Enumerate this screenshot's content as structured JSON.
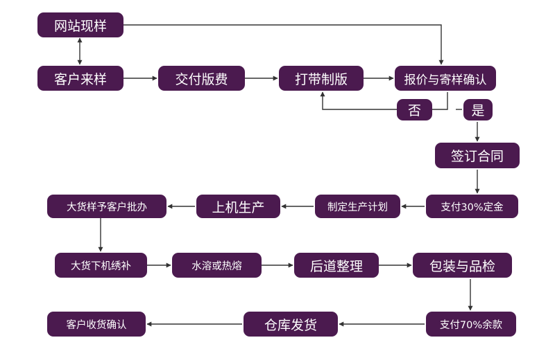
{
  "nodes": {
    "website_sample": "网站现样",
    "customer_sample": "客户来样",
    "pay_plate_fee": "交付版费",
    "make_strip_plate": "打带制版",
    "quote_and_send_sample": "报价与寄样确认",
    "no": "否",
    "yes": "是",
    "sign_contract": "签订合同",
    "pay_30_deposit": "支付30%定金",
    "production_plan": "制定生产计划",
    "machine_production": "上机生产",
    "bulk_sample_approval": "大货样予客户批办",
    "bulk_machine_embroidery": "大货下机绣补",
    "water_soluble_or_heat_melt": "水溶或热熔",
    "post_processing": "后道整理",
    "packing_and_inspection": "包装与品检",
    "pay_70_balance": "支付70%余款",
    "warehouse_shipping": "仓库发货",
    "customer_confirms_receipt": "客户收货确认"
  },
  "colors": {
    "node_fill": "#4b1a4f",
    "node_text": "#ffffff",
    "arrow": "#333333"
  }
}
